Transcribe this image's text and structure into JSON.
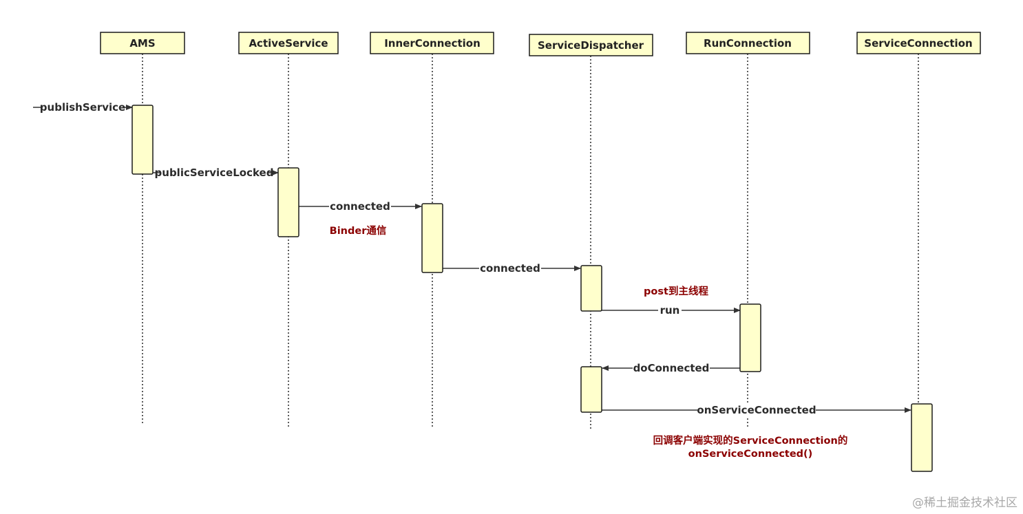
{
  "diagram": {
    "type": "sequence",
    "participants": [
      {
        "id": "ams",
        "label": "AMS"
      },
      {
        "id": "active_service",
        "label": "ActiveService"
      },
      {
        "id": "inner_connection",
        "label": "InnerConnection"
      },
      {
        "id": "service_dispatcher",
        "label": "ServiceDispatcher"
      },
      {
        "id": "run_connection",
        "label": "RunConnection"
      },
      {
        "id": "service_connection",
        "label": "ServiceConnection"
      }
    ],
    "messages": [
      {
        "id": "m1",
        "from": null,
        "to": "ams",
        "label": "publishService"
      },
      {
        "id": "m2",
        "from": "ams",
        "to": "active_service",
        "label": "publicServiceLocked"
      },
      {
        "id": "m3",
        "from": "active_service",
        "to": "inner_connection",
        "label": "connected"
      },
      {
        "id": "m4",
        "from": "inner_connection",
        "to": "service_dispatcher",
        "label": "connected"
      },
      {
        "id": "m5",
        "from": "service_dispatcher",
        "to": "run_connection",
        "label": "run"
      },
      {
        "id": "m6",
        "from": "run_connection",
        "to": "service_dispatcher",
        "label": "doConnected"
      },
      {
        "id": "m7",
        "from": "service_dispatcher",
        "to": "service_connection",
        "label": "onServiceConnected"
      }
    ],
    "notes": [
      {
        "id": "n1",
        "near": "m3",
        "lines": [
          "Binder通信"
        ]
      },
      {
        "id": "n2",
        "near": "m5",
        "lines": [
          "post到主线程"
        ]
      },
      {
        "id": "n3",
        "near": "m7",
        "lines": [
          "回调客户端实现的ServiceConnection的",
          "onServiceConnected()"
        ]
      }
    ],
    "colors": {
      "box_fill": "#ffffcc",
      "stroke": "#1a1a1a",
      "note_text": "#8b0000",
      "label_text": "#2b2b2b"
    }
  },
  "watermark": "@稀土掘金技术社区"
}
